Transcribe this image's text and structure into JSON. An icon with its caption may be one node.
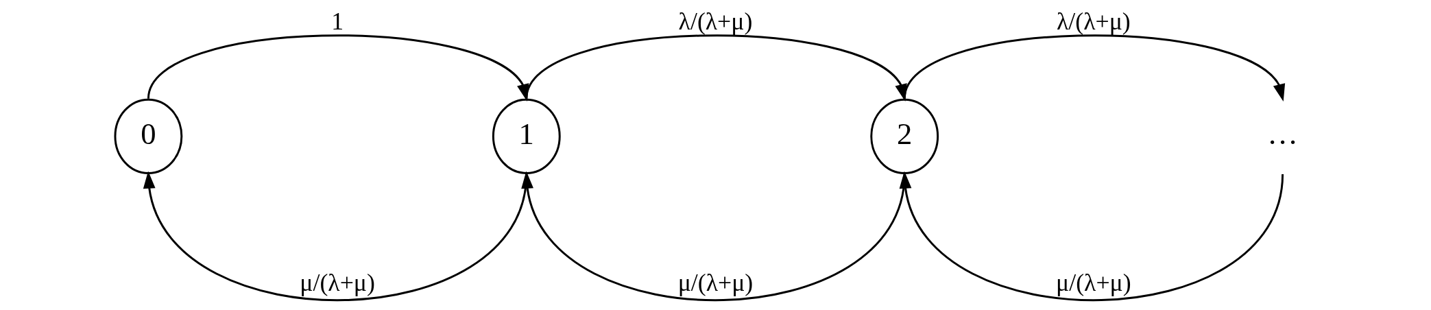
{
  "diagram": {
    "nodes": [
      {
        "text": [
          "0"
        ]
      },
      {
        "text": [
          "1"
        ]
      },
      {
        "text": [
          "2"
        ]
      },
      {
        "text": [
          "…"
        ]
      }
    ],
    "edges": [
      {
        "from": 0,
        "to": 1,
        "arrow": "to",
        "label": "1"
      },
      {
        "from": 1,
        "to": 0,
        "arrow": "to",
        "label": "μ/(λ+μ)"
      },
      {
        "from": 1,
        "to": 2,
        "arrow": "to",
        "label": "λ/(λ+μ)"
      },
      {
        "from": 2,
        "to": 1,
        "arrow": "to",
        "label": "μ/(λ+μ)"
      },
      {
        "from": 2,
        "to": 3,
        "arrow": "to",
        "label": "λ/(λ+μ)"
      },
      {
        "from": 3,
        "to": 2,
        "arrow": "to",
        "label": "μ/(λ+μ)"
      }
    ]
  }
}
